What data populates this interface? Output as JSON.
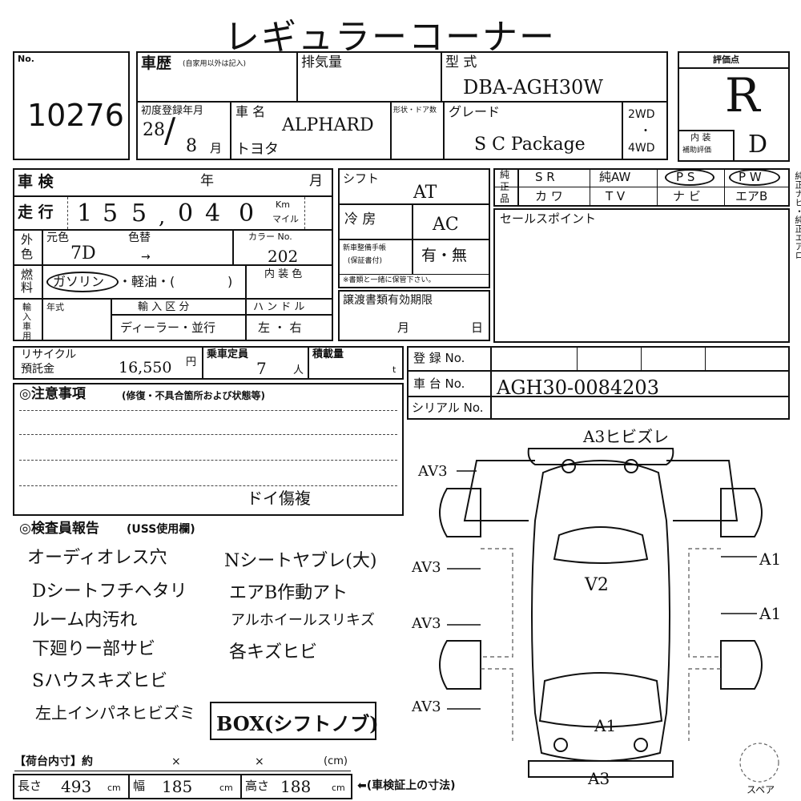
{
  "title": "レギュラーコーナー",
  "no": {
    "label": "No.",
    "value": "10276"
  },
  "history": {
    "label": "車歴",
    "note": "(自家用以外は記入)",
    "displacement_label": "排気量",
    "model_label": "型 式",
    "model_value": "DBA-AGH30W"
  },
  "first_reg": {
    "label": "初度登録年月",
    "year": "28",
    "month": "8",
    "month_unit": "月"
  },
  "car_name": {
    "label": "車 名",
    "maker": "トヨタ",
    "value": "ALPHARD"
  },
  "shape_label": "形状・ドア数",
  "grade": {
    "label": "グレード",
    "value": "S C Package",
    "wd2": "2WD",
    "dot": "・",
    "wd4": "4WD"
  },
  "rating": {
    "label": "評価点",
    "value": "R",
    "interior_label": "内 装",
    "interior_sub": "補助評価",
    "interior_value": "D"
  },
  "shaken": {
    "label": "車 検",
    "year": "年",
    "month": "月"
  },
  "mileage": {
    "label": "走 行",
    "digits": [
      "1",
      "5",
      "5",
      ",",
      "0",
      "4",
      "0"
    ],
    "unit_km": "Km",
    "unit_mile": "マイル"
  },
  "color": {
    "side_label": [
      "外",
      "色"
    ],
    "orig_label": "元色",
    "change_label": "色替",
    "orig_value": "7D",
    "arrow": "→",
    "no_label": "カラー No.",
    "no_value": "202",
    "interior_label": "内 装 色"
  },
  "fuel": {
    "side_label": [
      "燃",
      "料"
    ],
    "gasoline": "ガソリン",
    "rest": "・軽油・(",
    "close": ")"
  },
  "import": {
    "side_label": [
      "輸",
      "入",
      "車",
      "用"
    ],
    "year_label": "年式",
    "type_label": "輸 入 区 分",
    "type_value": "ディーラー・並行",
    "handle_label": "ハ ン ド ル",
    "handle_value": "左 ・ 右"
  },
  "shift": {
    "label": "シフト",
    "value": "AT"
  },
  "ac": {
    "label": "冷 房",
    "value": "AC"
  },
  "manual": {
    "label1": "新車整備手帳",
    "label2": "(保証書付)",
    "value": "有・無",
    "note": "※書類と一緒に保管下さい。"
  },
  "transfer": {
    "label": "譲渡書類有効期限",
    "month": "月",
    "day": "日"
  },
  "equipment": {
    "side_label": [
      "純",
      "正",
      "品"
    ],
    "row1": [
      "S R",
      "純AW",
      "P S",
      "P W"
    ],
    "row2": [
      "カ ワ",
      "T V",
      "ナ ビ",
      "エアB"
    ]
  },
  "sales_point": {
    "label": "セールスポイント"
  },
  "recycle": {
    "label1": "リサイクル",
    "label2": "預託金",
    "value": "16,550",
    "unit": "円"
  },
  "capacity": {
    "label": "乗車定員",
    "value": "7",
    "unit": "人"
  },
  "load": {
    "label": "積載量",
    "unit": "t"
  },
  "registration": {
    "label": "登 録 No.",
    "chassis_label": "車 台 No.",
    "chassis_value": "AGH30-0084203",
    "serial_label": "シリアル No."
  },
  "caution": {
    "title": "◎注意事項",
    "sub": "(修復・不具合箇所および状態等)",
    "note": "ドイ傷複"
  },
  "inspector": {
    "title": "◎検査員報告",
    "sub": "(USS使用欄)",
    "left": [
      "オーディオレス穴",
      "Dシートフチヘタリ",
      "ルーム内汚れ",
      "下廻りー部サビ",
      "Sハウスキズヒビ",
      "左上インパネヒビズミ"
    ],
    "right": [
      "Nシートヤブレ(大)",
      "エアB作動アト",
      "アルホイールスリキズ",
      "各キズヒビ"
    ],
    "box": "BOX(シフトノブ)"
  },
  "cargo": {
    "label": "【荷台内寸】約",
    "x1": "×",
    "x2": "×",
    "unit": "(cm)",
    "length_label": "長さ",
    "length_value": "493",
    "width_label": "幅",
    "width_value": "185",
    "height_label": "高さ",
    "height_value": "188",
    "cm": "cm",
    "note": "⬅(車検証上の寸法)"
  },
  "diagram": {
    "top": "A3ヒビズレ",
    "av_left": [
      "AV3",
      "AV3",
      "AV3",
      "AV3"
    ],
    "a_right": [
      "A1",
      "A1"
    ],
    "center": "V2",
    "bottom_a1": "A1",
    "bottom_a3": "A3",
    "spare": "スペア"
  },
  "side_text": "純正ナビ・純正エアロ"
}
